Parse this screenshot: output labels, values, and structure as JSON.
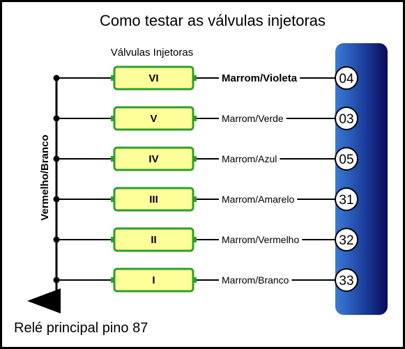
{
  "title": "Como testar as válvulas injetoras",
  "subtitle": "Válvulas Injetoras",
  "bus_label": "Vermelho/Branco",
  "relay_label": "Relé principal pino 87",
  "colors": {
    "frame": "#000000",
    "injector_fill": "#ffff99",
    "injector_border": "#2e9e2e",
    "connector_dark": "#0a0a5a",
    "connector_light": "#3a7bd5"
  },
  "rows": [
    {
      "injector": "VI",
      "wire": "Marrom/Violeta",
      "pin": "04",
      "wire_bold": true
    },
    {
      "injector": "V",
      "wire": "Marrom/Verde",
      "pin": "03",
      "wire_bold": false
    },
    {
      "injector": "IV",
      "wire": "Marrom/Azul",
      "pin": "05",
      "wire_bold": false
    },
    {
      "injector": "III",
      "wire": "Marrom/Amarelo",
      "pin": "31",
      "wire_bold": false
    },
    {
      "injector": "II",
      "wire": "Marrom/Vermelho",
      "pin": "32",
      "wire_bold": false
    },
    {
      "injector": "I",
      "wire": "Marrom/Branco",
      "pin": "33",
      "wire_bold": false
    }
  ]
}
